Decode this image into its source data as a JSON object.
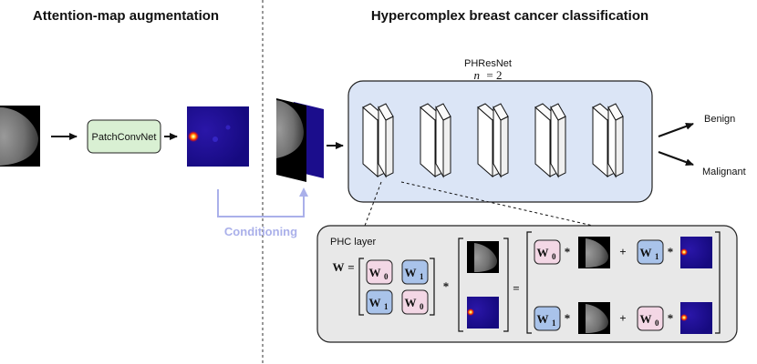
{
  "left_section": {
    "title": "Attention-map augmentation"
  },
  "right_section": {
    "title": "Hypercomplex breast cancer classification"
  },
  "patchconvnet": {
    "label": "PatchConvNet"
  },
  "conditioning": {
    "label": "Conditioning"
  },
  "network": {
    "name": "PHResNet",
    "param_var": "n",
    "param_eq": "= 2"
  },
  "outputs": {
    "benign": "Benign",
    "malignant": "Malignant"
  },
  "phc_layer": {
    "title": "PHC layer",
    "w": "W",
    "equals": "=",
    "multiply": "*",
    "plus": "+",
    "w0_main": "W",
    "w0_sub": "0",
    "w1_main": "W",
    "w1_sub": "1"
  },
  "colors": {
    "panel_blue": "#dbe5f6",
    "green_box": "#d9f0d3",
    "pink_box": "#f3d7e5",
    "blue_box": "#a9c3ea",
    "phc_bg": "#e8e8e8",
    "conditioning": "#aab0ea",
    "heatmap": "#1b0d8c"
  }
}
